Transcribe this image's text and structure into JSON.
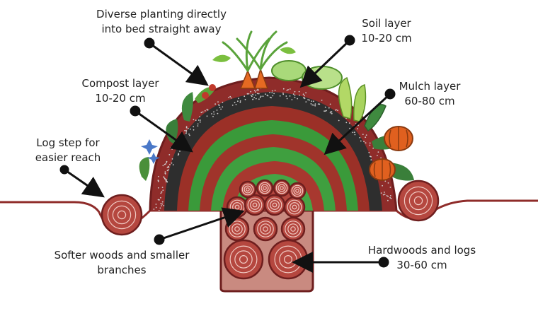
{
  "labels": {
    "diverse_planting": {
      "line1": "Diverse planting directly",
      "line2": "into bed straight away"
    },
    "soil_layer": {
      "line1": "Soil layer",
      "line2": "10-20 cm"
    },
    "compost_layer": {
      "line1": "Compost layer",
      "line2": "10-20 cm"
    },
    "mulch_layer": {
      "line1": "Mulch layer",
      "line2": "60-80 cm"
    },
    "log_step": {
      "line1": "Log step for",
      "line2": "easier reach"
    },
    "softer_woods": {
      "line1": "Softer woods and smaller",
      "line2": "branches"
    },
    "hardwoods": {
      "line1": "Hardwoods and logs",
      "line2": "30-60 cm"
    }
  },
  "colors": {
    "soil": "#8f2c2a",
    "compost": "#2b2b2b",
    "mulch": "#3a9a3a",
    "wood": "#b5473f",
    "outline": "#6e1e1e",
    "leaf": "#5aa33b",
    "pumpkin": "#e0601f",
    "arrow": "#111111"
  }
}
